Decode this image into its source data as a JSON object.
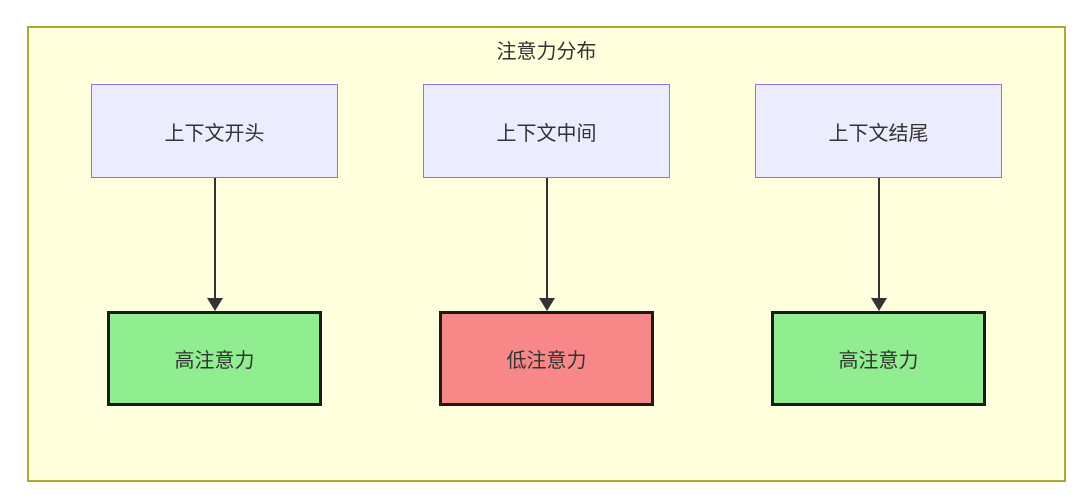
{
  "diagram": {
    "title": "注意力分布",
    "columns": [
      {
        "source": "上下文开头",
        "target": "高注意力",
        "level": "high"
      },
      {
        "source": "上下文中间",
        "target": "低注意力",
        "level": "low"
      },
      {
        "source": "上下文结尾",
        "target": "高注意力",
        "level": "high"
      }
    ],
    "colors": {
      "panel_background": "#FFFFDE",
      "panel_border": "#AAAA33",
      "source_background": "#ECECFF",
      "source_border": "#9370DB",
      "high_attention_background": "#90EE90",
      "low_attention_background": "#F88888",
      "target_border": "#1A1A1A",
      "arrow": "#333333",
      "text": "#333333"
    }
  }
}
